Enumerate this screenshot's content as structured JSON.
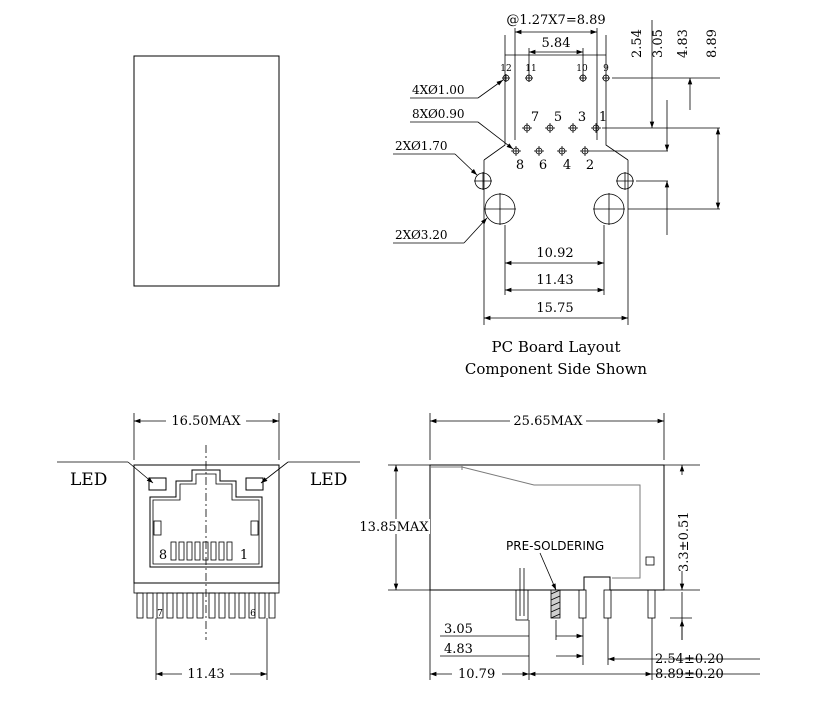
{
  "pcb": {
    "pitch_label": "@1.27X7=8.89",
    "d584": "5.84",
    "d254": "2.54",
    "d305": "3.05",
    "d483": "4.83",
    "d889": "8.89",
    "hole4": "4XØ1.00",
    "hole8": "8XØ0.90",
    "hole2a": "2XØ1.70",
    "hole2b": "2XØ3.20",
    "d1092": "10.92",
    "d1143": "11.43",
    "d1575": "15.75",
    "caption_1": "PC Board Layout",
    "caption_2": "Component Side Shown",
    "pins_top": [
      "7",
      "5",
      "3",
      "1"
    ],
    "pins_bottom": [
      "8",
      "6",
      "4",
      "2"
    ],
    "led_pins": [
      "12",
      "11",
      "10",
      "9"
    ]
  },
  "front": {
    "width": "16.50MAX",
    "led_left": "LED",
    "led_right": "LED",
    "pin_left": "8",
    "pin_right": "1",
    "bottom": "11.43",
    "lead_left": "7",
    "lead_right": "6"
  },
  "side": {
    "length": "25.65MAX",
    "height": "13.85MAX",
    "right_dim": "3.3±0.51",
    "pre": "PRE-SOLDERING",
    "d305": "3.05",
    "d483": "4.83",
    "d254": "2.54±0.20",
    "d1079": "10.79",
    "d889": "8.89±0.20"
  }
}
